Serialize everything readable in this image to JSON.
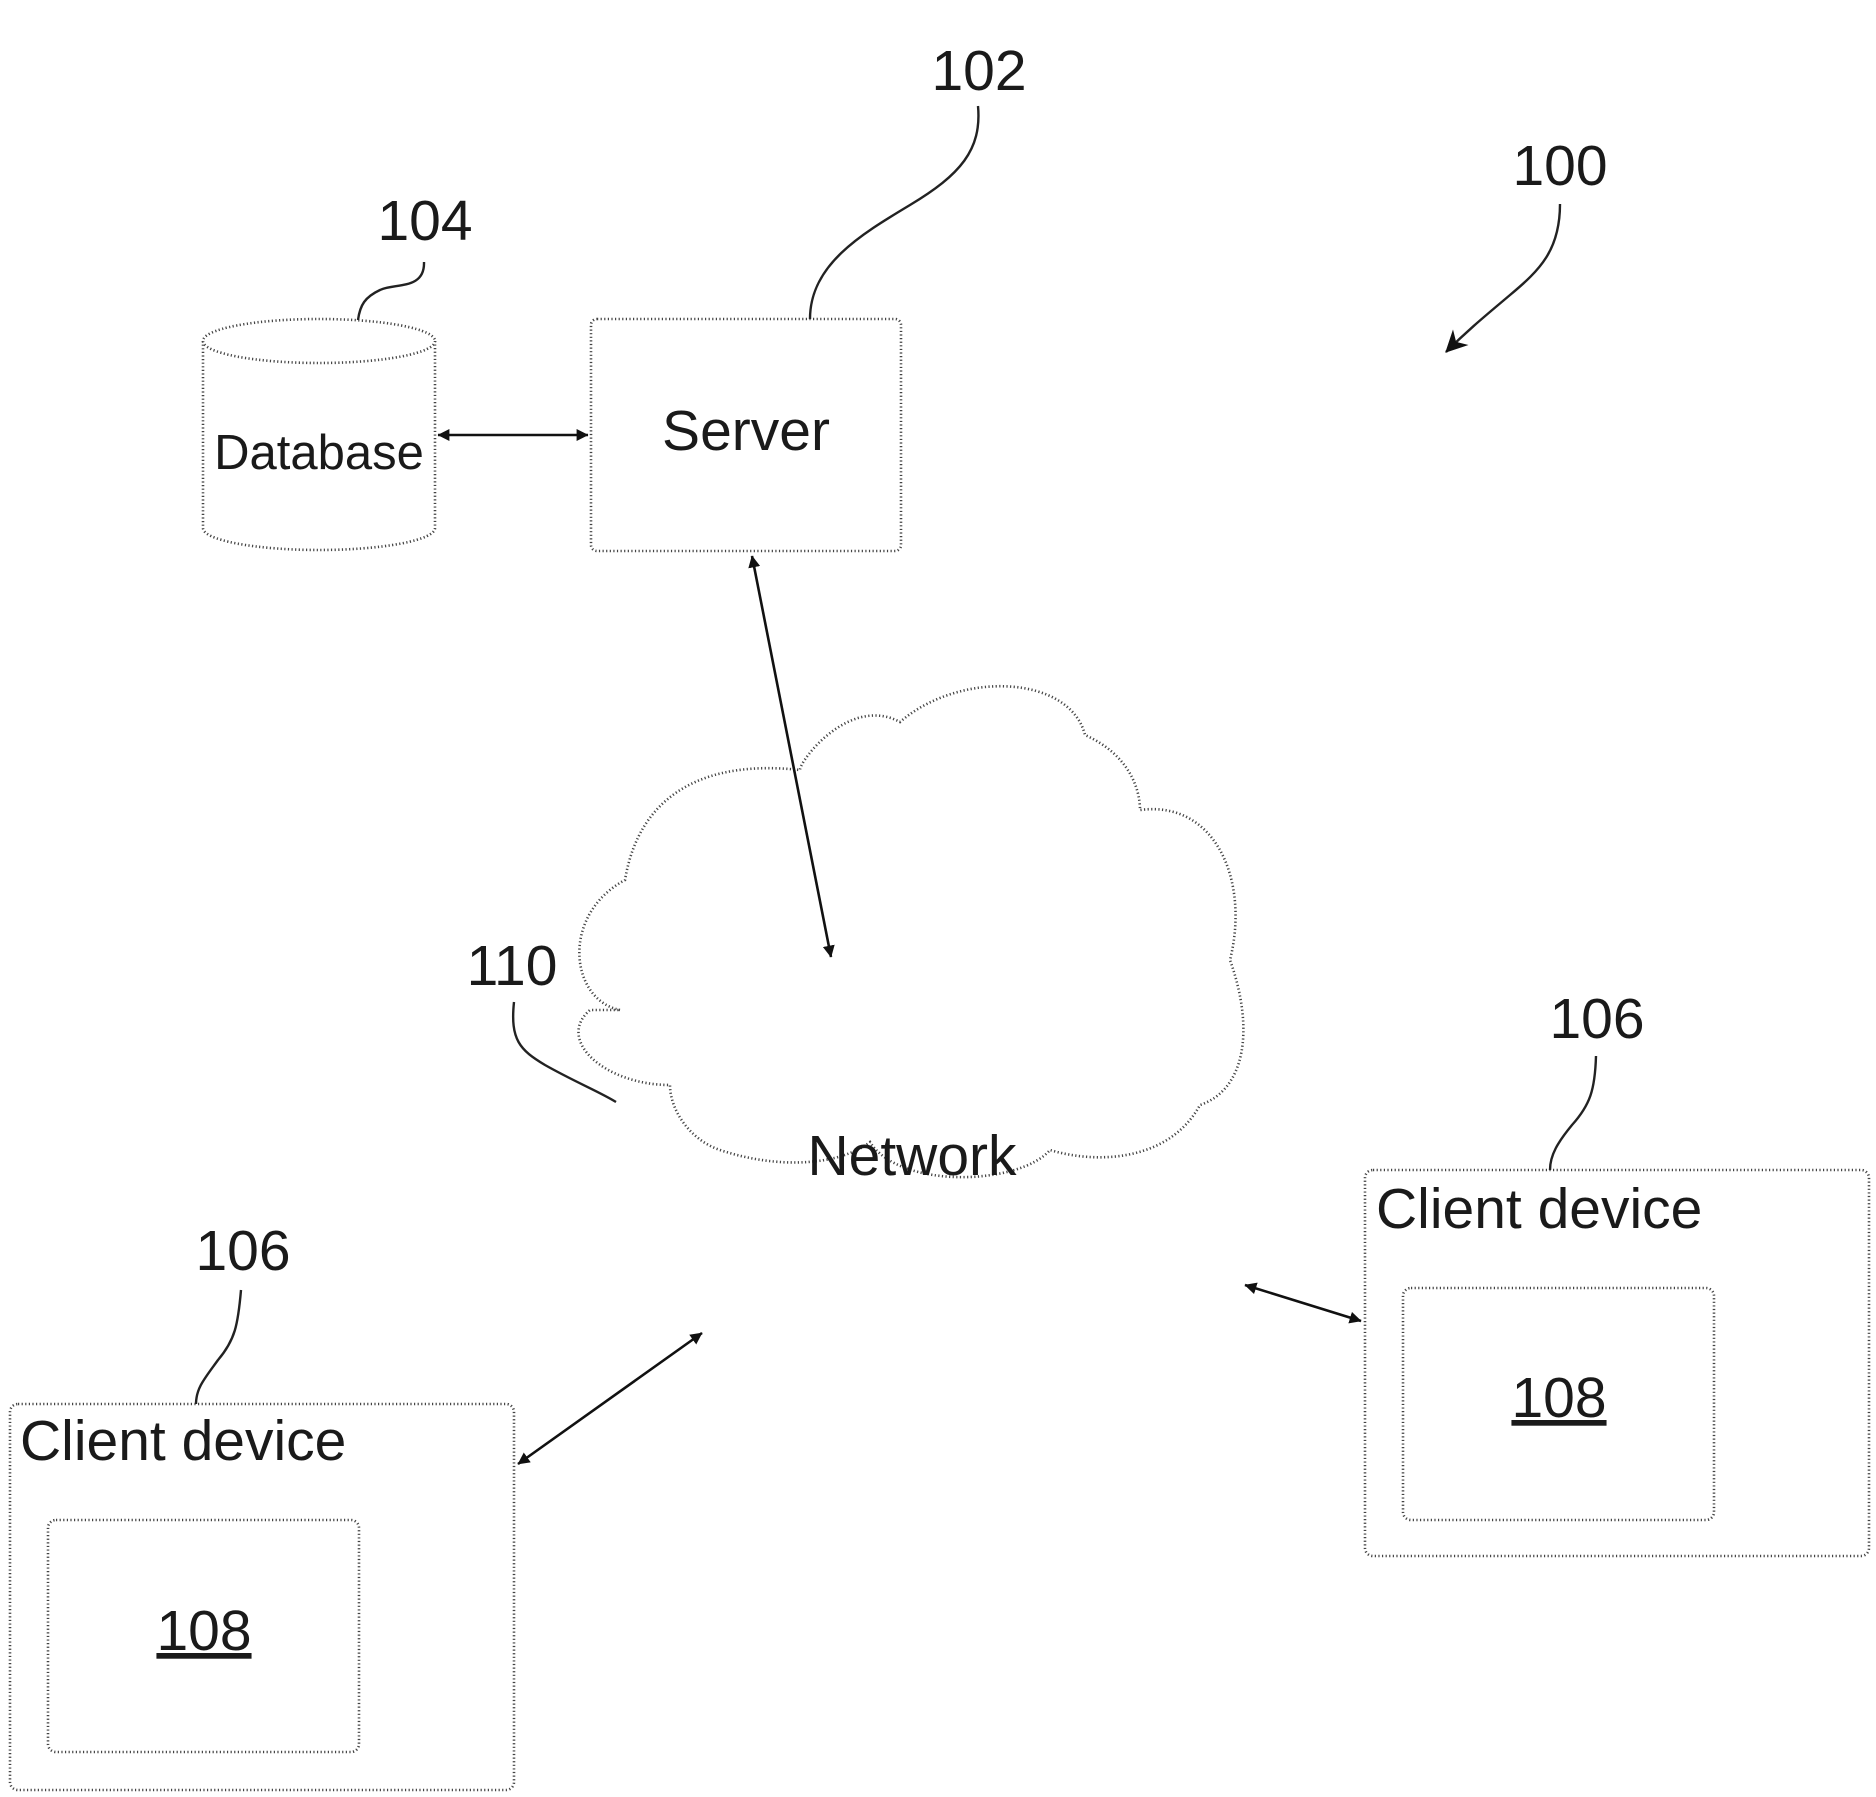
{
  "figure": {
    "ref_system": "100"
  },
  "server": {
    "label": "Server",
    "ref": "102"
  },
  "database": {
    "label": "Database",
    "ref": "104"
  },
  "network": {
    "label": "Network",
    "ref": "110"
  },
  "client_left": {
    "label": "Client device",
    "ref": "106",
    "inner_ref": "108"
  },
  "client_right": {
    "label": "Client device",
    "ref": "106",
    "inner_ref": "108"
  }
}
